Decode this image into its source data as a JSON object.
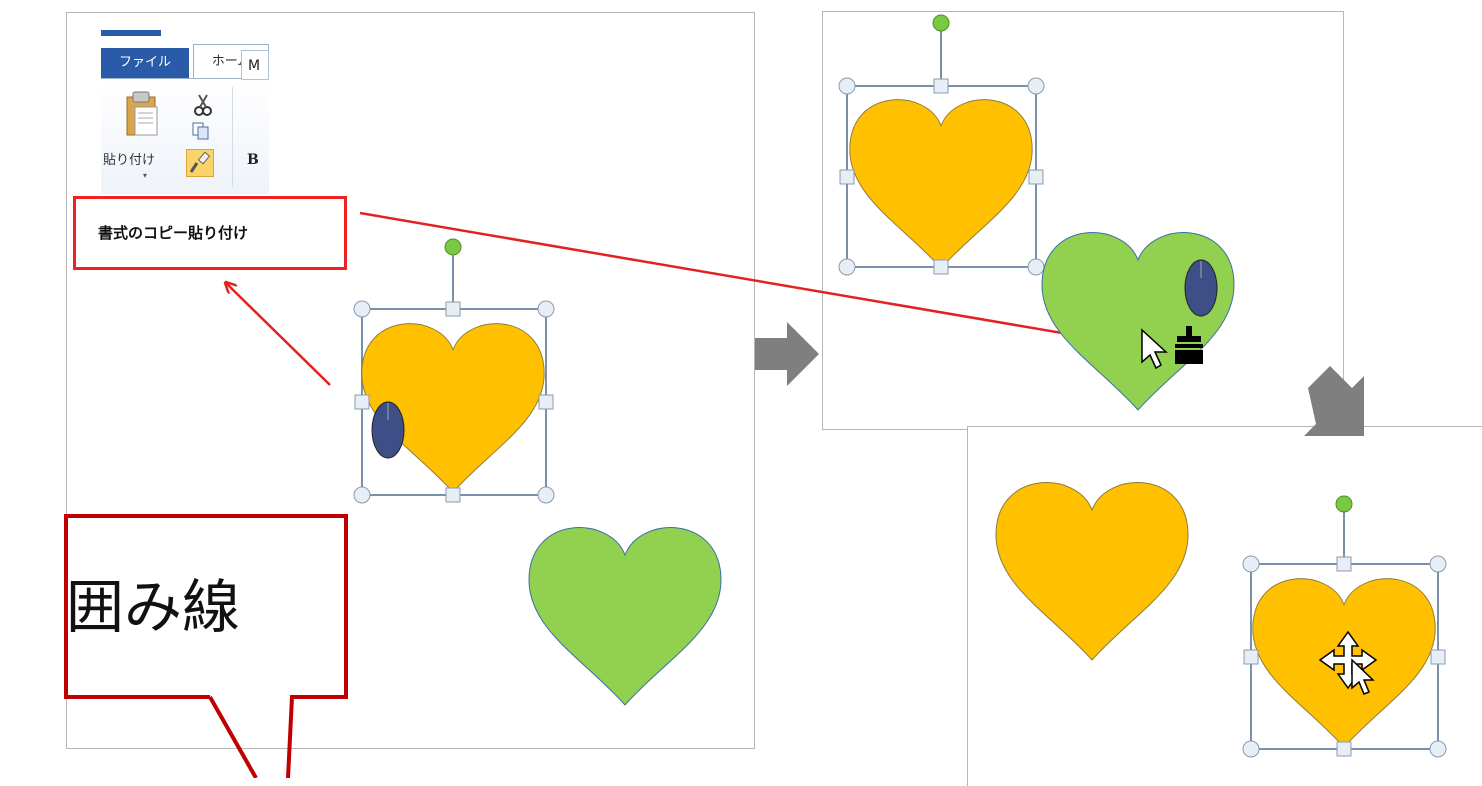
{
  "ribbon": {
    "file_tab": "ファイル",
    "home_tab": "ホーム",
    "paste_label": "貼り付け",
    "paste_arrow": "▾",
    "font_box": "M",
    "bold": "B"
  },
  "callout": {
    "label": "書式のコピー貼り付け"
  },
  "bubble": {
    "text": "囲み線"
  },
  "colors": {
    "callout_red": "#e22222",
    "bubble_red": "#c00000",
    "heart_orange": "#ffc000",
    "heart_green": "#92d050",
    "arrow_gray": "#7f7f7f",
    "handle_green": "#7ac943"
  },
  "icons": [
    "clipboard-icon",
    "scissors-icon",
    "copy-icon",
    "format-painter-icon",
    "mouse-icon",
    "cursor-icon",
    "brush-icon",
    "move-cursor-icon",
    "rotation-handle-icon"
  ]
}
